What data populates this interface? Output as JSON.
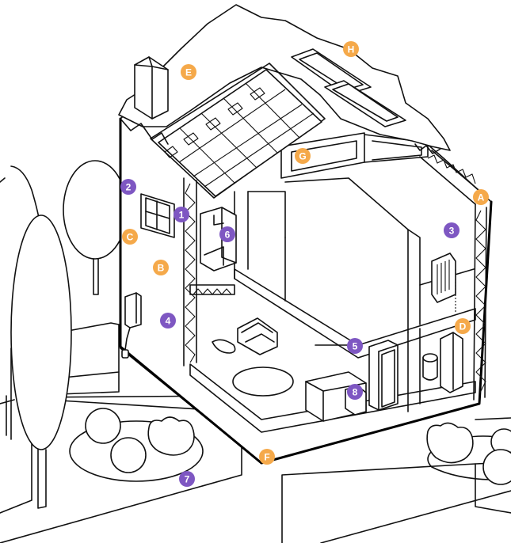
{
  "colors": {
    "purple": "#7e57c2",
    "orange": "#f5a94a",
    "outline": "#111111",
    "background": "#ffffff"
  },
  "markers": [
    {
      "id": "1",
      "label": "1",
      "color": "purple"
    },
    {
      "id": "2",
      "label": "2",
      "color": "purple"
    },
    {
      "id": "3",
      "label": "3",
      "color": "purple"
    },
    {
      "id": "4",
      "label": "4",
      "color": "purple"
    },
    {
      "id": "5",
      "label": "5",
      "color": "purple"
    },
    {
      "id": "6",
      "label": "6",
      "color": "purple"
    },
    {
      "id": "7",
      "label": "7",
      "color": "purple"
    },
    {
      "id": "8",
      "label": "8",
      "color": "purple"
    },
    {
      "id": "A",
      "label": "A",
      "color": "orange"
    },
    {
      "id": "B",
      "label": "B",
      "color": "orange"
    },
    {
      "id": "C",
      "label": "C",
      "color": "orange"
    },
    {
      "id": "D",
      "label": "D",
      "color": "orange"
    },
    {
      "id": "E",
      "label": "E",
      "color": "orange"
    },
    {
      "id": "F",
      "label": "F",
      "color": "orange"
    },
    {
      "id": "G",
      "label": "G",
      "color": "orange"
    },
    {
      "id": "H",
      "label": "H",
      "color": "orange"
    }
  ]
}
